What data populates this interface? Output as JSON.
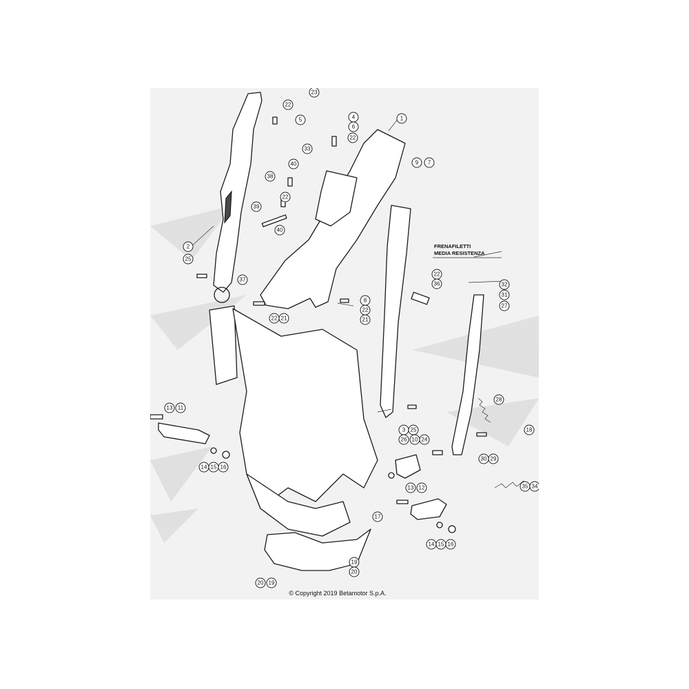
{
  "note": {
    "line1": "FRENAFILETTI",
    "line2": "MEDIA RESISTENZA"
  },
  "copyright": "© Copyright 2019 Betamotor S.p.A.",
  "callouts": [
    "1",
    "2",
    "3",
    "4",
    "5",
    "6",
    "7",
    "8",
    "9",
    "10",
    "11",
    "12",
    "13",
    "14",
    "15",
    "16",
    "17",
    "18",
    "19",
    "20",
    "21",
    "22",
    "23",
    "24",
    "25",
    "26",
    "27",
    "28",
    "29",
    "30",
    "31",
    "32",
    "33",
    "34",
    "35",
    "36",
    "37",
    "38",
    "39",
    "40"
  ]
}
